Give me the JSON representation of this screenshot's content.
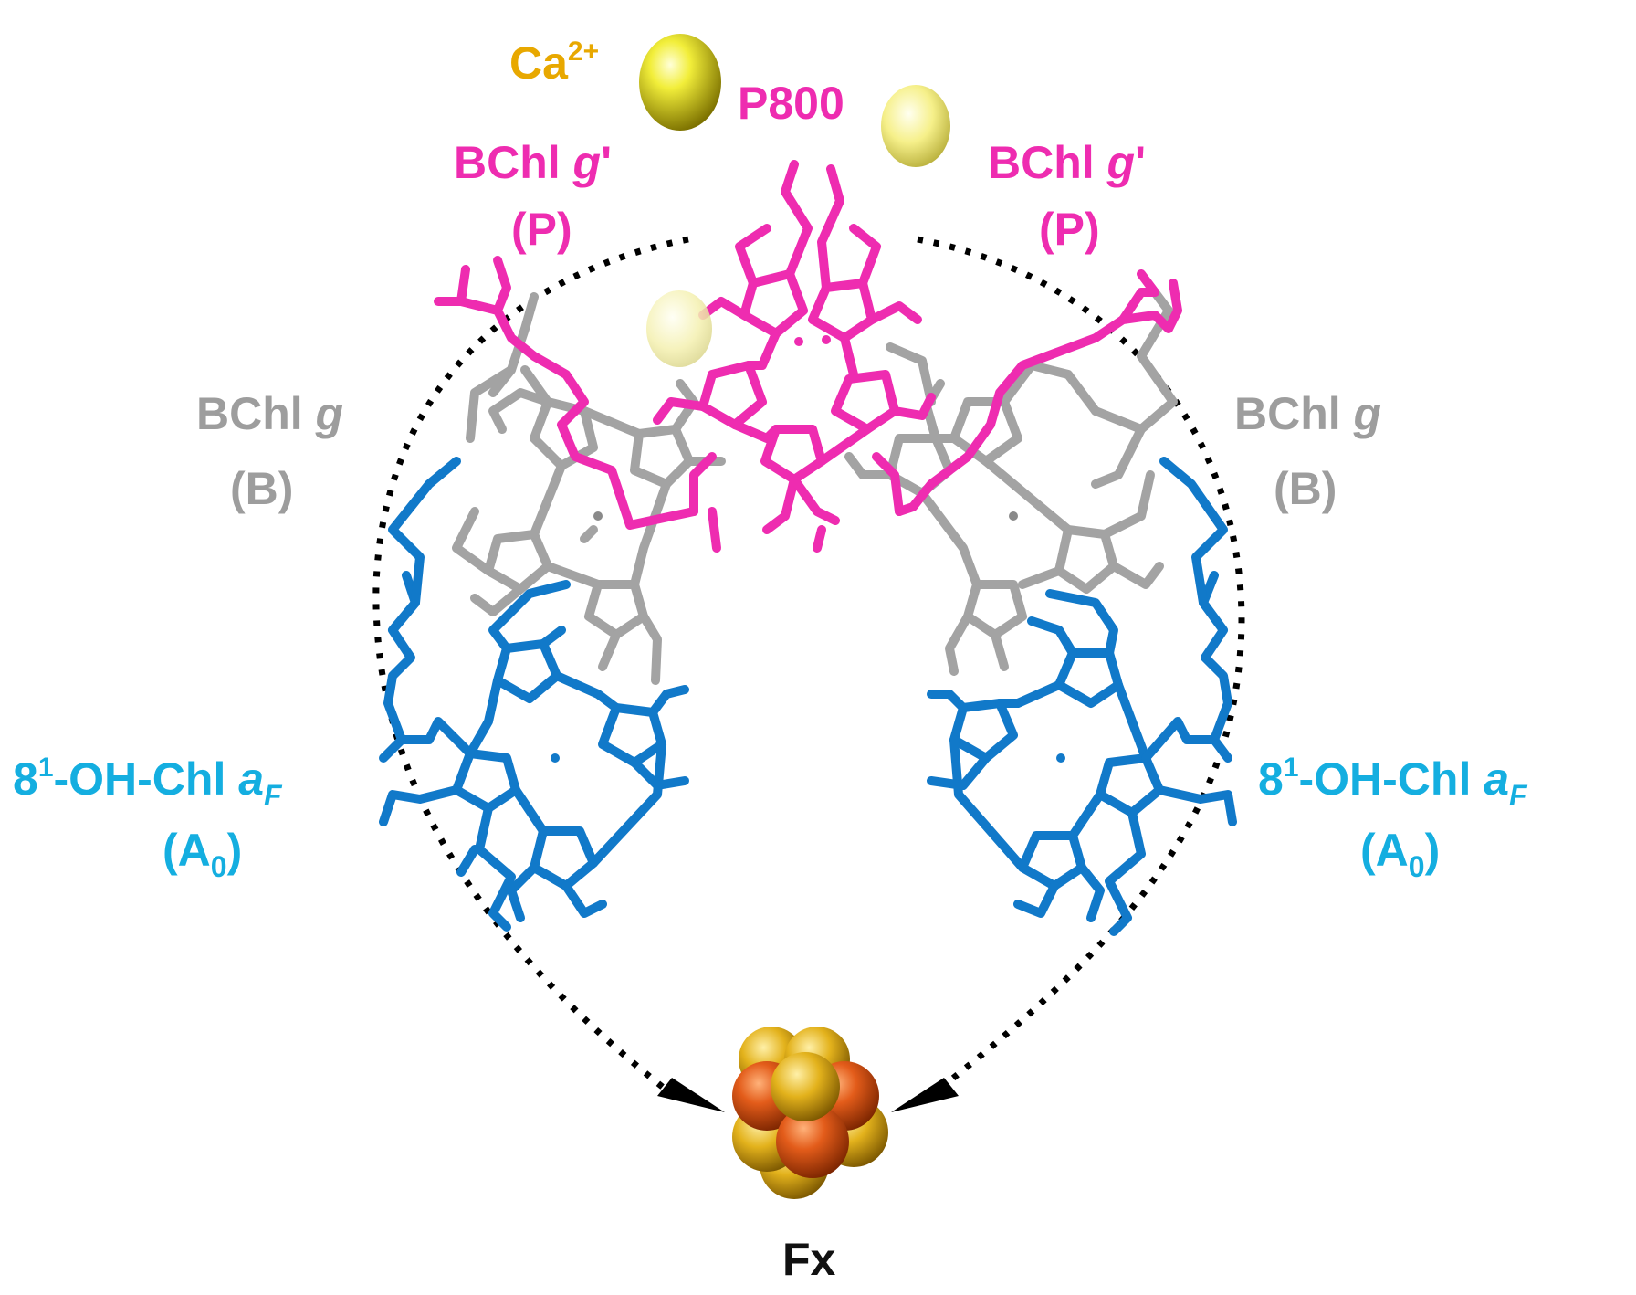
{
  "colors": {
    "special_pair": "#ee2cb0",
    "accessory": "#9d9d9d",
    "acceptor": "#1179c9",
    "acceptor_label": "#14aee0",
    "calcium": "#e8e020",
    "calcium_label": "#e8a800",
    "cluster_orange": "#e35c1a",
    "cluster_gold": "#e3b21c",
    "arrow": "#000000"
  },
  "labels": {
    "calcium": {
      "main": "Ca",
      "sup": "2+"
    },
    "p800": "P800",
    "p_left": {
      "name": "BChl ",
      "italic": "g",
      "prime": "'",
      "role": "(P)"
    },
    "p_right": {
      "name": "BChl ",
      "italic": "g",
      "prime": "'",
      "role": "(P)"
    },
    "b_left": {
      "name": "BChl ",
      "italic": "g",
      "role": "(B)"
    },
    "b_right": {
      "name": "BChl ",
      "italic": "g",
      "role": "(B)"
    },
    "a0_left": {
      "pre": "8",
      "sup": "1",
      "mid": "-OH-Chl ",
      "italic": "a",
      "sub": "F",
      "role_main": "(A",
      "role_sub": "0",
      "role_end": ")"
    },
    "a0_right": {
      "pre": "8",
      "sup": "1",
      "mid": "-OH-Chl ",
      "italic": "a",
      "sub": "F",
      "role_main": "(A",
      "role_sub": "0",
      "role_end": ")"
    },
    "fx": "Fx"
  },
  "icons": {
    "calcium_ions": "sphere-icon",
    "iron_sulfur_cluster": "fe4s4-cluster-icon",
    "electron_path": "dotted-arrow-icon"
  }
}
